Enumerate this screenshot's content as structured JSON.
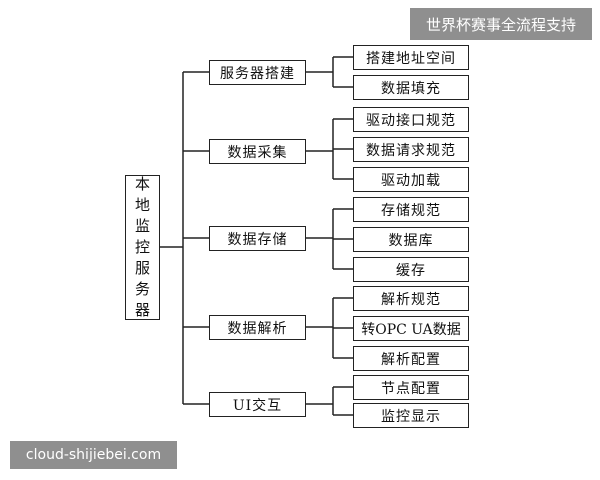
{
  "banner_top": "世界杯赛事全流程支持",
  "banner_bottom": "cloud-shijiebei.com",
  "root": [
    "本",
    "地",
    "监",
    "控",
    "服",
    "务",
    "器"
  ],
  "branches": [
    {
      "label": "服务器搭建",
      "children": [
        "搭建地址空间",
        "数据填充"
      ]
    },
    {
      "label": "数据采集",
      "children": [
        "驱动接口规范",
        "数据请求规范",
        "驱动加载"
      ]
    },
    {
      "label": "数据存储",
      "children": [
        "存储规范",
        "数据库",
        "缓存"
      ]
    },
    {
      "label": "数据解析",
      "children": [
        "解析规范",
        "转OPC UA数据",
        "解析配置"
      ]
    },
    {
      "label": "UI交互",
      "children": [
        "节点配置",
        "监控显示"
      ]
    }
  ]
}
